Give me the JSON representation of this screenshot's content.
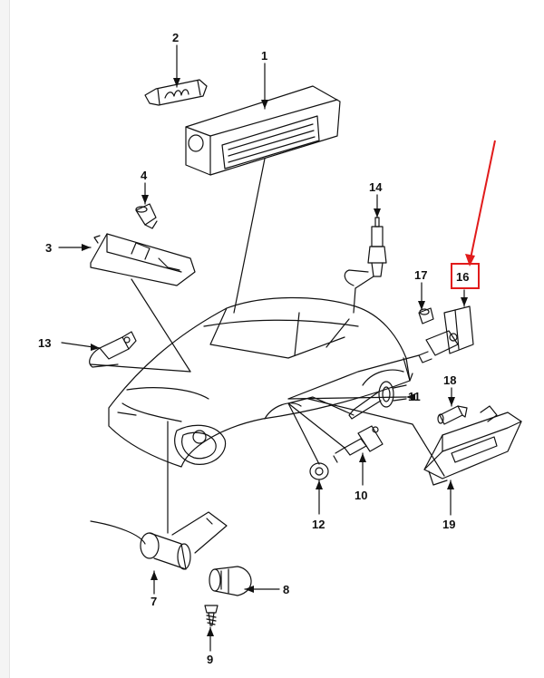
{
  "diagram": {
    "callouts": [
      {
        "id": "c1",
        "label": "1"
      },
      {
        "id": "c2",
        "label": "2"
      },
      {
        "id": "c3",
        "label": "3"
      },
      {
        "id": "c4",
        "label": "4"
      },
      {
        "id": "c7",
        "label": "7"
      },
      {
        "id": "c8",
        "label": "8"
      },
      {
        "id": "c9",
        "label": "9"
      },
      {
        "id": "c10",
        "label": "10"
      },
      {
        "id": "c11",
        "label": "11"
      },
      {
        "id": "c12",
        "label": "12"
      },
      {
        "id": "c13",
        "label": "13"
      },
      {
        "id": "c14",
        "label": "14"
      },
      {
        "id": "c16",
        "label": "16"
      },
      {
        "id": "c17",
        "label": "17"
      },
      {
        "id": "c18",
        "label": "18"
      },
      {
        "id": "c19",
        "label": "19"
      }
    ],
    "highlight": {
      "callout": "16",
      "color": "#e11b1b"
    },
    "line_color": "#111111"
  }
}
